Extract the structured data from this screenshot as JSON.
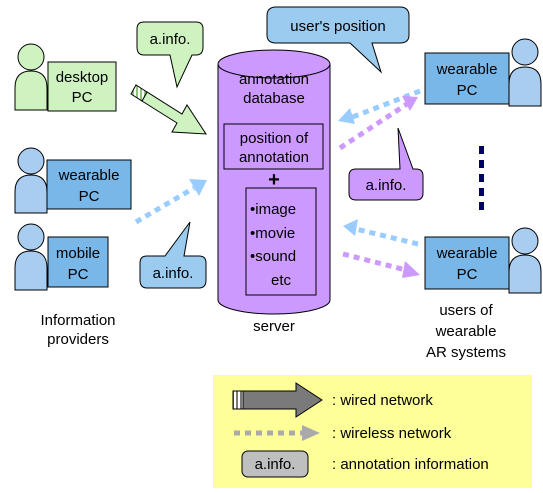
{
  "server": {
    "db_line1": "annotation",
    "db_line2": "database",
    "pos_line1": "position of",
    "pos_line2": "annotation",
    "plus": "+",
    "media": [
      "•image",
      "•movie",
      "•sound",
      "etc"
    ],
    "caption": "server"
  },
  "providers": {
    "desktop_line1": "desktop",
    "desktop_line2": "PC",
    "wearable_line1": "wearable",
    "wearable_line2": "PC",
    "mobile_line1": "mobile",
    "mobile_line2": "PC",
    "caption_line1": "Information",
    "caption_line2": "providers"
  },
  "users": {
    "top_line1": "wearable",
    "top_line2": "PC",
    "bottom_line1": "wearable",
    "bottom_line2": "PC",
    "caption_line1": "users of",
    "caption_line2": "wearable",
    "caption_line3": "AR systems"
  },
  "callouts": {
    "ainfo_green": "a.info.",
    "user_position": "user's position",
    "ainfo_purple": "a.info.",
    "ainfo_blue": "a.info."
  },
  "legend": {
    "wired": ": wired network",
    "wireless": ": wireless network",
    "ainfo_box": "a.info.",
    "ainfo_desc": ": annotation information"
  },
  "colors": {
    "person_green": "#cff3c0",
    "person_blue": "#a9cdf1",
    "box_blue": "#78b7e8",
    "cylinder": "#cc99ff",
    "arrow_blue": "#99ccff",
    "arrow_purple": "#cc99ff",
    "callout_green": "#cff3c0",
    "callout_blue": "#9ccbf0",
    "callout_purple": "#cc99ff",
    "legend_bg": "#ffff99",
    "dots": "#000066"
  }
}
